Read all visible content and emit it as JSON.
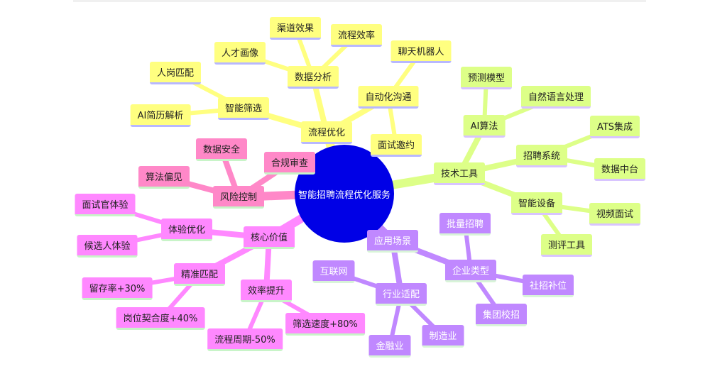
{
  "root": "智能招聘流程优化服务",
  "colors": {
    "yellow": "#ffff80",
    "green": "#ddff88",
    "pink": "#ff88c8",
    "magenta": "#ff88ff",
    "purple": "#c088ff",
    "root": "#0000e6"
  },
  "branches": [
    {
      "label": "流程优化",
      "color": "yellow",
      "children": [
        {
          "label": "智能筛选",
          "children": [
            {
              "label": "人岗匹配"
            },
            {
              "label": "AI简历解析"
            }
          ]
        },
        {
          "label": "数据分析",
          "children": [
            {
              "label": "人才画像"
            },
            {
              "label": "渠道效果"
            },
            {
              "label": "流程效率"
            }
          ]
        },
        {
          "label": "自动化沟通",
          "children": [
            {
              "label": "聊天机器人"
            },
            {
              "label": "面试邀约"
            }
          ]
        }
      ]
    },
    {
      "label": "技术工具",
      "color": "green",
      "children": [
        {
          "label": "AI算法",
          "children": [
            {
              "label": "预测模型"
            },
            {
              "label": "自然语言处理"
            }
          ]
        },
        {
          "label": "招聘系统",
          "children": [
            {
              "label": "ATS集成"
            },
            {
              "label": "数据中台"
            }
          ]
        },
        {
          "label": "智能设备",
          "children": [
            {
              "label": "视频面试"
            },
            {
              "label": "测评工具"
            }
          ]
        }
      ]
    },
    {
      "label": "风险控制",
      "color": "pink",
      "children": [
        {
          "label": "数据安全",
          "children": []
        },
        {
          "label": "合规审查",
          "children": []
        },
        {
          "label": "算法偏见",
          "children": []
        }
      ]
    },
    {
      "label": "核心价值",
      "color": "magenta",
      "children": [
        {
          "label": "体验优化",
          "children": [
            {
              "label": "面试官体验"
            },
            {
              "label": "候选人体验"
            }
          ]
        },
        {
          "label": "精准匹配",
          "children": [
            {
              "label": "留存率+30%"
            },
            {
              "label": "岗位契合度+40%"
            }
          ]
        },
        {
          "label": "效率提升",
          "children": [
            {
              "label": "流程周期-50%"
            },
            {
              "label": "筛选速度+80%"
            }
          ]
        }
      ]
    },
    {
      "label": "应用场景",
      "color": "purple",
      "children": [
        {
          "label": "企业类型",
          "children": [
            {
              "label": "批量招聘"
            },
            {
              "label": "社招补位"
            },
            {
              "label": "集团校招"
            }
          ]
        },
        {
          "label": "行业适配",
          "children": [
            {
              "label": "互联网"
            },
            {
              "label": "金融业"
            },
            {
              "label": "制造业"
            }
          ]
        }
      ]
    }
  ]
}
